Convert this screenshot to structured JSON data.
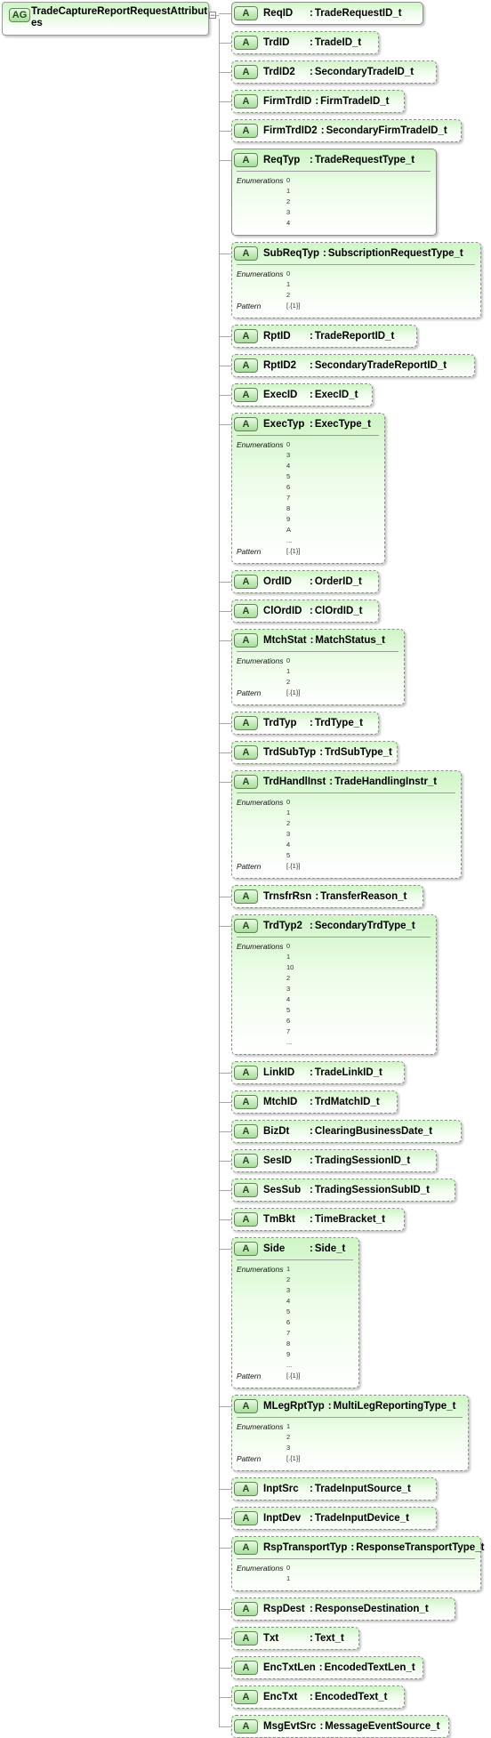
{
  "group": {
    "badge": "AG",
    "title": "TradeCaptureReportRequestAttributes"
  },
  "labels": {
    "enumerations": "Enumerations",
    "pattern": "Pattern"
  },
  "elements": [
    {
      "badge": "A",
      "name": "ReqID",
      "type": "TradeRequestID_t",
      "required": true
    },
    {
      "badge": "A",
      "name": "TrdID",
      "type": "TradeID_t",
      "required": false
    },
    {
      "badge": "A",
      "name": "TrdID2",
      "type": "SecondaryTradeID_t",
      "required": false
    },
    {
      "badge": "A",
      "name": "FirmTrdID",
      "type": "FirmTradeID_t",
      "required": false
    },
    {
      "badge": "A",
      "name": "FirmTrdID2",
      "type": "SecondaryFirmTradeID_t",
      "required": false
    },
    {
      "badge": "A",
      "name": "ReqTyp",
      "type": "TradeRequestType_t",
      "required": true,
      "enumerations": [
        "0",
        "1",
        "2",
        "3",
        "4"
      ]
    },
    {
      "badge": "A",
      "name": "SubReqTyp",
      "type": "SubscriptionRequestType_t",
      "required": false,
      "enumerations": [
        "0",
        "1",
        "2"
      ],
      "pattern": "[.{1}]"
    },
    {
      "badge": "A",
      "name": "RptID",
      "type": "TradeReportID_t",
      "required": false
    },
    {
      "badge": "A",
      "name": "RptID2",
      "type": "SecondaryTradeReportID_t",
      "required": false
    },
    {
      "badge": "A",
      "name": "ExecID",
      "type": "ExecID_t",
      "required": false
    },
    {
      "badge": "A",
      "name": "ExecTyp",
      "type": "ExecType_t",
      "required": false,
      "enumerations": [
        "0",
        "3",
        "4",
        "5",
        "6",
        "7",
        "8",
        "9",
        "A",
        "..."
      ],
      "pattern": "[.{1}]"
    },
    {
      "badge": "A",
      "name": "OrdID",
      "type": "OrderID_t",
      "required": false
    },
    {
      "badge": "A",
      "name": "ClOrdID",
      "type": "ClOrdID_t",
      "required": false
    },
    {
      "badge": "A",
      "name": "MtchStat",
      "type": "MatchStatus_t",
      "required": false,
      "enumerations": [
        "0",
        "1",
        "2"
      ],
      "pattern": "[.{1}]"
    },
    {
      "badge": "A",
      "name": "TrdTyp",
      "type": "TrdType_t",
      "required": false
    },
    {
      "badge": "A",
      "name": "TrdSubTyp",
      "type": "TrdSubType_t",
      "required": false
    },
    {
      "badge": "A",
      "name": "TrdHandlInst",
      "type": "TradeHandlingInstr_t",
      "required": false,
      "enumerations": [
        "0",
        "1",
        "2",
        "3",
        "4",
        "5"
      ],
      "pattern": "[.{1}]"
    },
    {
      "badge": "A",
      "name": "TrnsfrRsn",
      "type": "TransferReason_t",
      "required": false
    },
    {
      "badge": "A",
      "name": "TrdTyp2",
      "type": "SecondaryTrdType_t",
      "required": false,
      "enumerations": [
        "0",
        "1",
        "10",
        "2",
        "3",
        "4",
        "5",
        "6",
        "7",
        "..."
      ]
    },
    {
      "badge": "A",
      "name": "LinkID",
      "type": "TradeLinkID_t",
      "required": false
    },
    {
      "badge": "A",
      "name": "MtchID",
      "type": "TrdMatchID_t",
      "required": false
    },
    {
      "badge": "A",
      "name": "BizDt",
      "type": "ClearingBusinessDate_t",
      "required": false
    },
    {
      "badge": "A",
      "name": "SesID",
      "type": "TradingSessionID_t",
      "required": false
    },
    {
      "badge": "A",
      "name": "SesSub",
      "type": "TradingSessionSubID_t",
      "required": false
    },
    {
      "badge": "A",
      "name": "TmBkt",
      "type": "TimeBracket_t",
      "required": false
    },
    {
      "badge": "A",
      "name": "Side",
      "type": "Side_t",
      "required": false,
      "enumerations": [
        "1",
        "2",
        "3",
        "4",
        "5",
        "6",
        "7",
        "8",
        "9",
        "..."
      ],
      "pattern": "[.{1}]"
    },
    {
      "badge": "A",
      "name": "MLegRptTyp",
      "type": "MultiLegReportingType_t",
      "required": false,
      "enumerations": [
        "1",
        "2",
        "3"
      ],
      "pattern": "[.{1}]"
    },
    {
      "badge": "A",
      "name": "InptSrc",
      "type": "TradeInputSource_t",
      "required": false
    },
    {
      "badge": "A",
      "name": "InptDev",
      "type": "TradeInputDevice_t",
      "required": false
    },
    {
      "badge": "A",
      "name": "RspTransportTyp",
      "type": "ResponseTransportType_t",
      "required": false,
      "enumerations": [
        "0",
        "1"
      ]
    },
    {
      "badge": "A",
      "name": "RspDest",
      "type": "ResponseDestination_t",
      "required": false
    },
    {
      "badge": "A",
      "name": "Txt",
      "type": "Text_t",
      "required": false
    },
    {
      "badge": "A",
      "name": "EncTxtLen",
      "type": "EncodedTextLen_t",
      "required": false
    },
    {
      "badge": "A",
      "name": "EncTxt",
      "type": "EncodedText_t",
      "required": false
    },
    {
      "badge": "A",
      "name": "MsgEvtSrc",
      "type": "MessageEventSource_t",
      "required": false
    }
  ]
}
